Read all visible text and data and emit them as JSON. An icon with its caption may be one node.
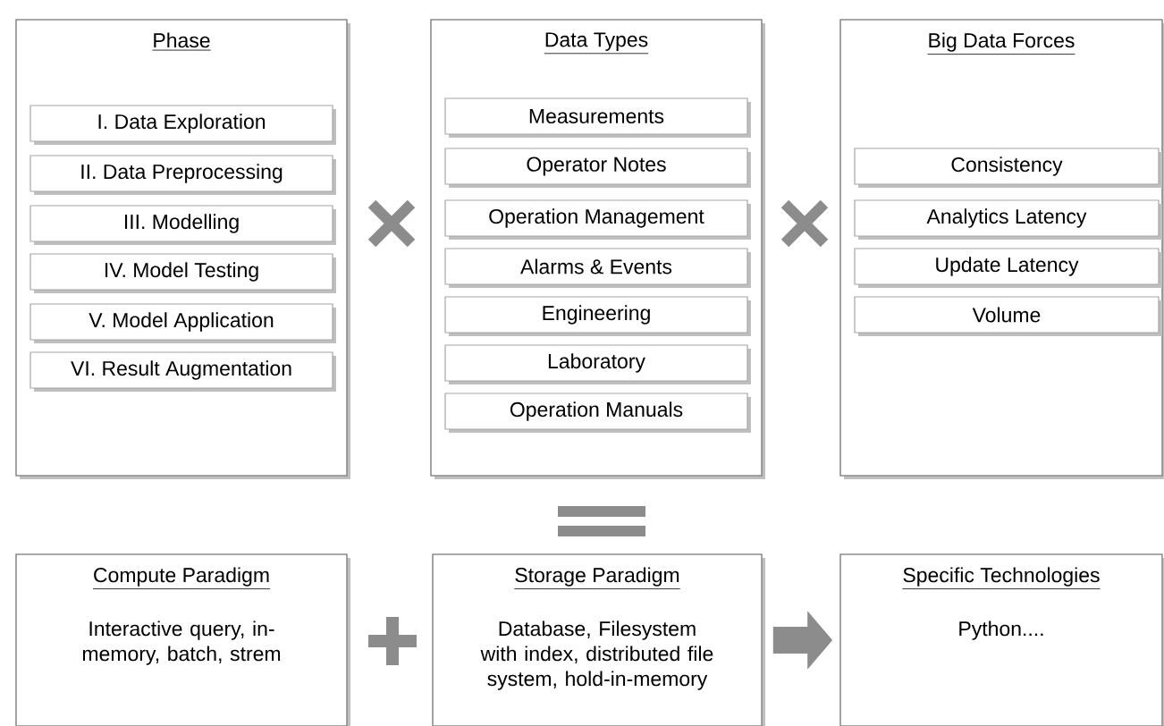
{
  "diagram": {
    "nodes": [
      {
        "text": [
          "Phase"
        ]
      },
      {
        "text": [
          "I. Data Exploration"
        ],
        "in": 0
      },
      {
        "text": [
          "II. Data Preprocessing"
        ],
        "in": 0
      },
      {
        "text": [
          "III. Modelling"
        ],
        "in": 0
      },
      {
        "text": [
          "IV. Model Testing"
        ],
        "in": 0
      },
      {
        "text": [
          "V. Model Application"
        ],
        "in": 0
      },
      {
        "text": [
          "VI. Result Augmentation"
        ],
        "in": 0
      },
      {
        "text": [
          "Data Types"
        ]
      },
      {
        "text": [
          "Measurements"
        ],
        "in": 7
      },
      {
        "text": [
          "Operator Notes"
        ],
        "in": 7
      },
      {
        "text": [
          "Operation Management"
        ],
        "in": 7
      },
      {
        "text": [
          "Alarms & Events"
        ],
        "in": 7
      },
      {
        "text": [
          "Engineering"
        ],
        "in": 7
      },
      {
        "text": [
          "Laboratory"
        ],
        "in": 7
      },
      {
        "text": [
          "Operation Manuals"
        ],
        "in": 7
      },
      {
        "text": [
          "Big Data Forces"
        ]
      },
      {
        "text": [
          "Consistency"
        ],
        "in": 15
      },
      {
        "text": [
          "Analytics Latency"
        ],
        "in": 15
      },
      {
        "text": [
          "Update Latency"
        ],
        "in": 15
      },
      {
        "text": [
          "Volume"
        ],
        "in": 15
      },
      {
        "text": [
          "Compute Paradigm",
          "Interactive query, in-memory, batch, strem"
        ]
      },
      {
        "text": [
          "Storage Paradigm",
          "Database, Filesystem with index, distributed file system, hold-in-memory"
        ]
      },
      {
        "text": [
          "Specific Technologies",
          "Python...."
        ]
      }
    ],
    "edges": [
      {
        "from": 21,
        "to": 22,
        "arrow": "to"
      }
    ]
  }
}
